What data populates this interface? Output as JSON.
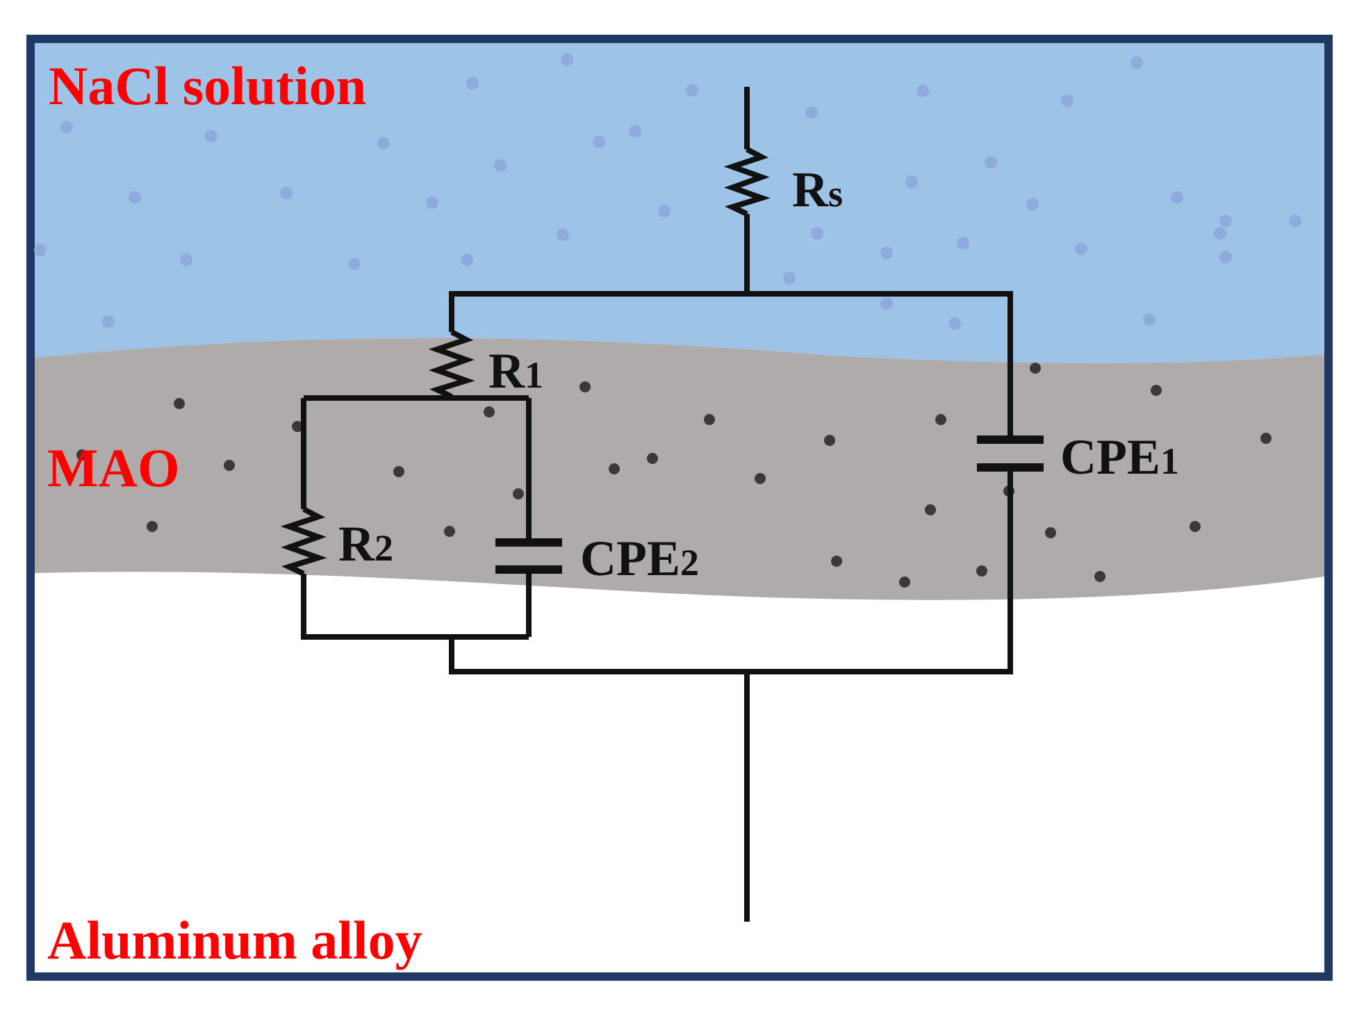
{
  "layers": {
    "solution": {
      "label": "NaCl solution",
      "fill": "#9dc3e6",
      "dot_color": "#8faadc"
    },
    "coating": {
      "label": "MAO",
      "fill": "#afabab",
      "dot_color": "#3a3838"
    },
    "substrate": {
      "label": "Aluminum alloy",
      "fill": "#ffffff"
    }
  },
  "colors": {
    "frame": "#1f3864",
    "label": "#ff0000",
    "wire": "#111111"
  },
  "components": {
    "rs": {
      "main": "R",
      "sub": "s"
    },
    "r1": {
      "main": "R",
      "sub": "1"
    },
    "r2": {
      "main": "R",
      "sub": "2"
    },
    "cpe1": {
      "main": "CPE",
      "sub": "1"
    },
    "cpe2": {
      "main": "CPE",
      "sub": "2"
    }
  }
}
